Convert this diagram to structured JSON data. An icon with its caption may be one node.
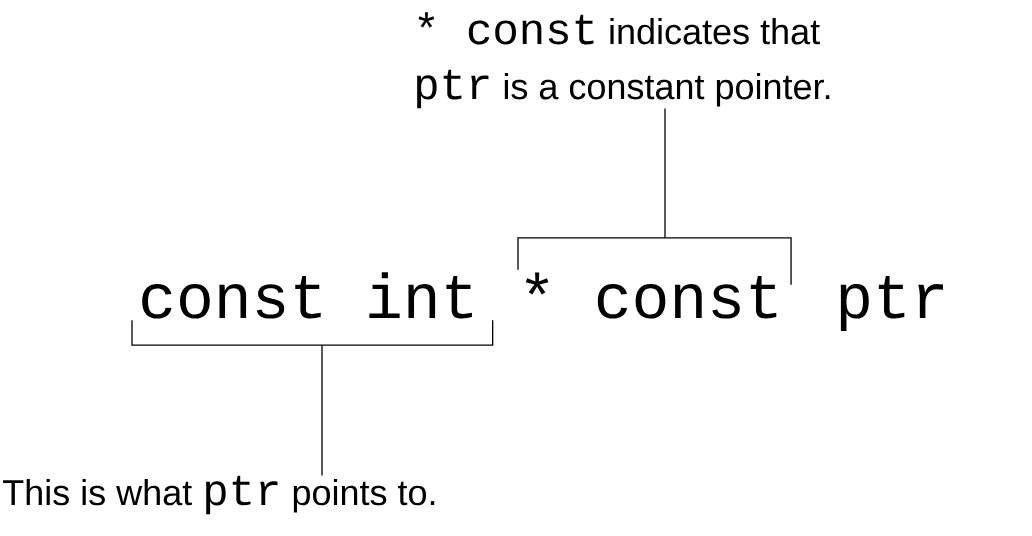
{
  "diagram": {
    "nodes": [
      {
        "text": [
          "* const",
          "indicates that",
          "ptr",
          "is a constant pointer."
        ]
      },
      {
        "text": [
          "const int"
        ]
      },
      {
        "text": [
          "* const"
        ]
      },
      {
        "text": [
          "This is what",
          "ptr",
          "points to."
        ]
      }
    ],
    "edges": [
      {
        "from": 0,
        "to": 2,
        "arrow": "none"
      },
      {
        "from": 3,
        "to": 1,
        "arrow": "none"
      }
    ],
    "labels": [
      "ptr"
    ]
  }
}
